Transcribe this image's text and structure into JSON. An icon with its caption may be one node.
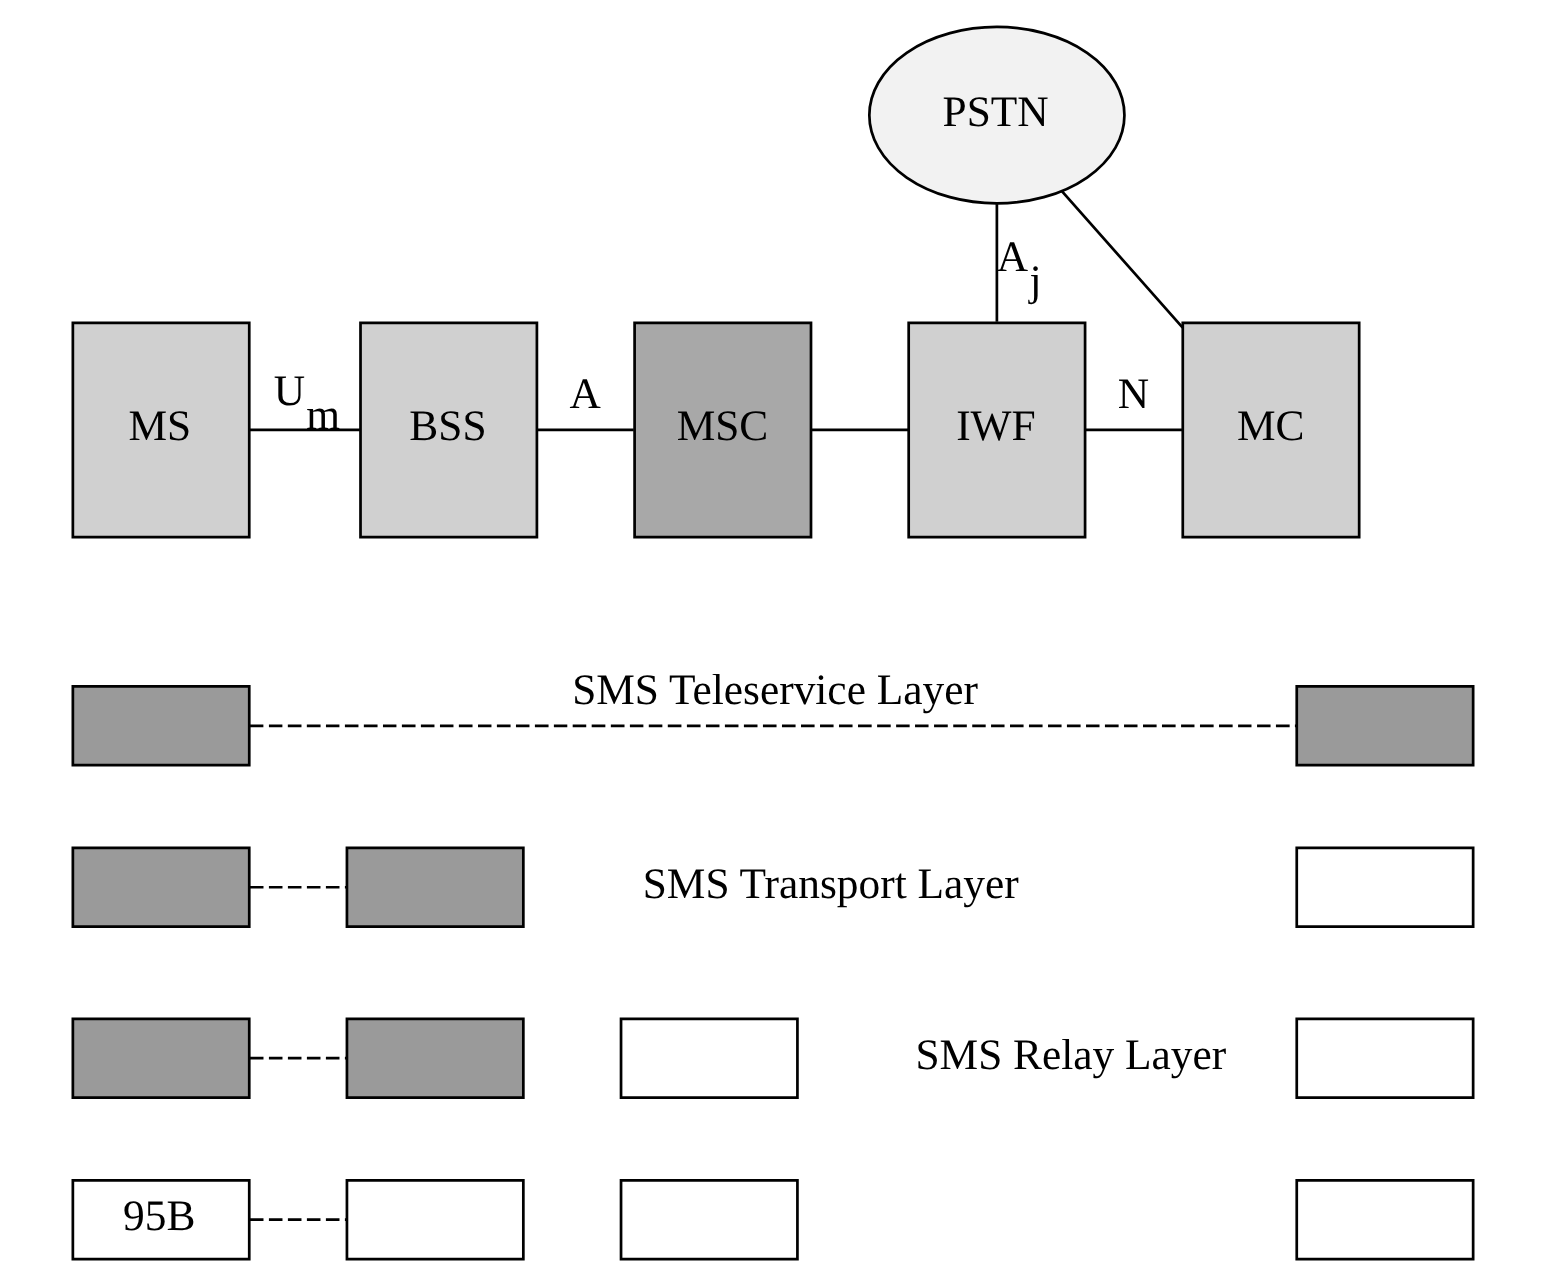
{
  "diagram": {
    "nodes": [
      {
        "text": [
          "PSTN"
        ]
      },
      {
        "text": [
          "MS"
        ]
      },
      {
        "text": [
          "BSS"
        ]
      },
      {
        "text": [
          "MSC"
        ]
      },
      {
        "text": [
          "IWF"
        ]
      },
      {
        "text": [
          "MC"
        ]
      },
      {
        "text": [],
        "shape": "box"
      },
      {
        "text": [],
        "shape": "box"
      },
      {
        "text": [],
        "shape": "box"
      },
      {
        "text": [],
        "shape": "box"
      },
      {
        "text": [],
        "shape": "box"
      },
      {
        "text": [],
        "shape": "box"
      },
      {
        "text": [],
        "shape": "box"
      },
      {
        "text": [],
        "shape": "box"
      },
      {
        "text": [],
        "shape": "box"
      },
      {
        "text": [
          "95B"
        ]
      },
      {
        "text": [],
        "shape": "box"
      },
      {
        "text": [],
        "shape": "box"
      },
      {
        "text": [],
        "shape": "box"
      }
    ],
    "edges": [
      {
        "from": 1,
        "to": 2,
        "arrow": "none",
        "label": "U$_{m}$"
      },
      {
        "from": 2,
        "to": 3,
        "arrow": "none",
        "label": "A"
      },
      {
        "from": 3,
        "to": 4,
        "arrow": "none"
      },
      {
        "from": 4,
        "to": 5,
        "arrow": "none",
        "label": "N"
      },
      {
        "from": 0,
        "to": 4,
        "arrow": "none",
        "label": "A$_{j}$"
      },
      {
        "from": 0,
        "to": 5,
        "arrow": "none"
      },
      {
        "from": 6,
        "to": 7,
        "arrow": "none",
        "label": "SMS Teleservice Layer",
        "style": "dashed"
      },
      {
        "from": 8,
        "to": 9,
        "arrow": "none",
        "style": "dashed"
      },
      {
        "from": 11,
        "to": 12,
        "arrow": "none",
        "style": "dashed"
      },
      {
        "from": 15,
        "to": 16,
        "arrow": "none",
        "style": "dashed"
      }
    ],
    "labels": [
      "SMS Transport Layer",
      "SMS Relay Layer"
    ]
  }
}
